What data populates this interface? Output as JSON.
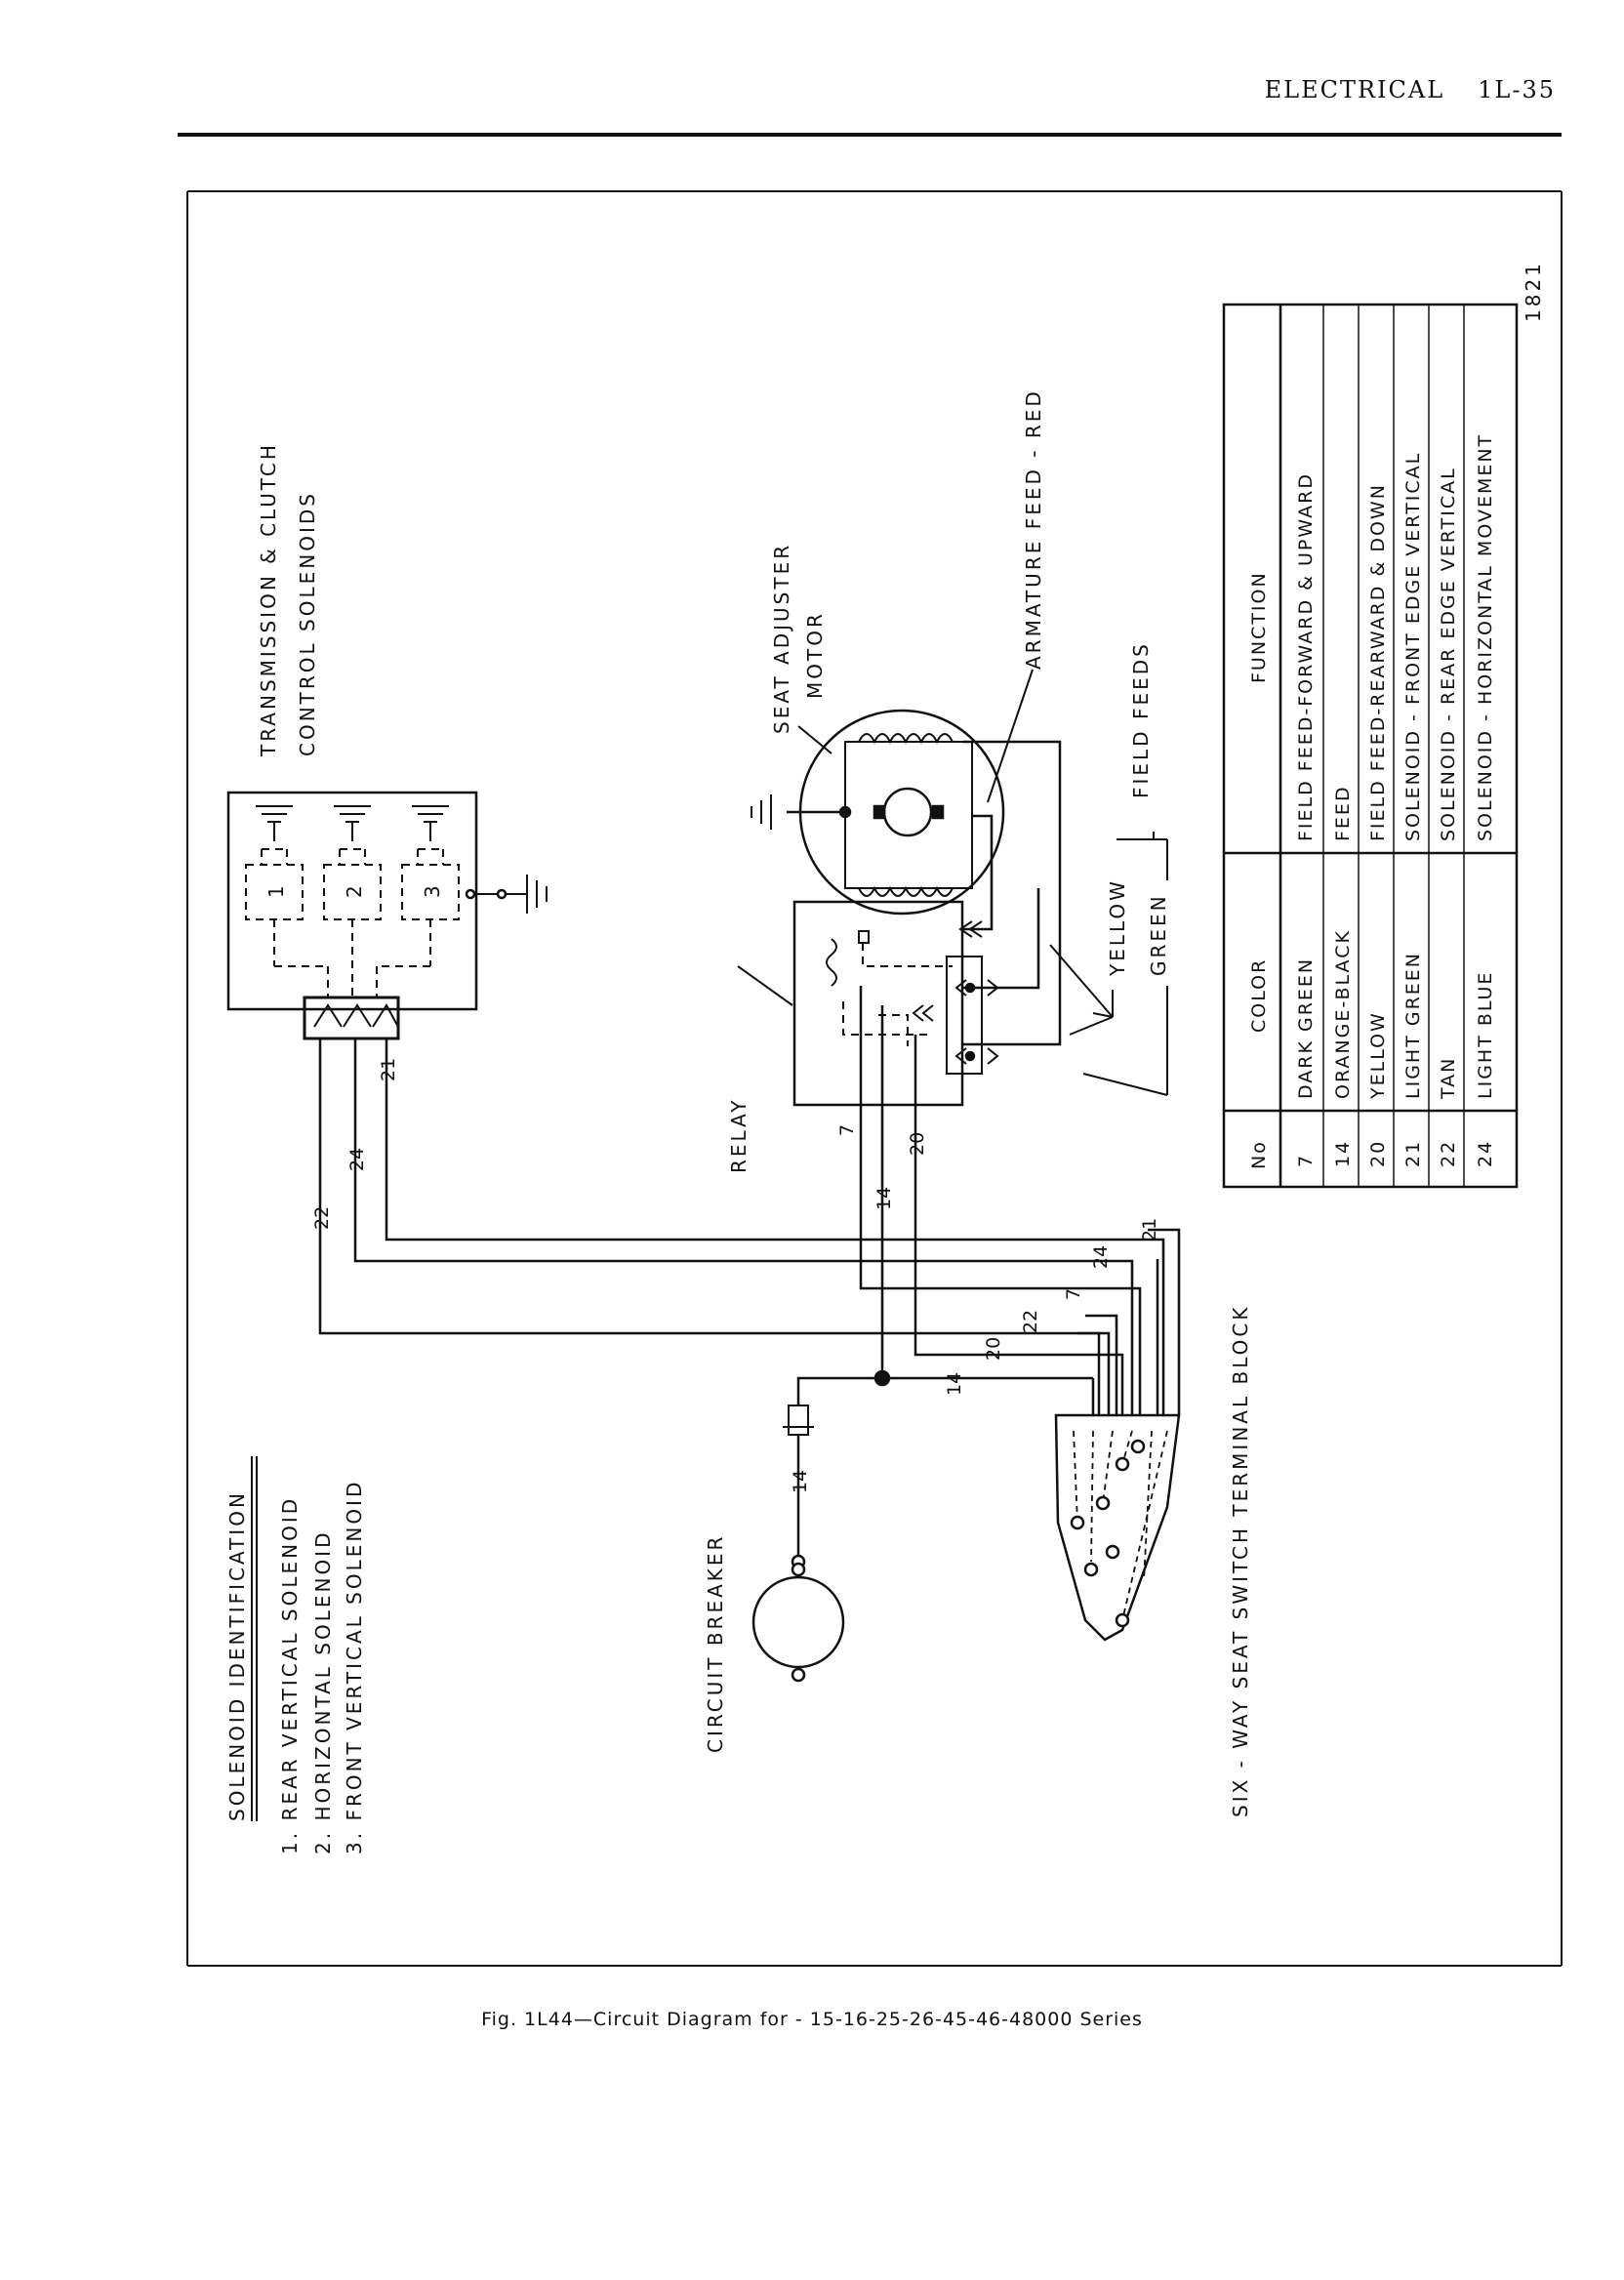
{
  "header": {
    "section": "ELECTRICAL",
    "page": "1L-35"
  },
  "figure_number": "1821",
  "caption": "Fig. 1L44—Circuit Diagram for - 15-16-25-26-45-46-48000 Series",
  "labels": {
    "transmission_line1": "TRANSMISSION & CLUTCH",
    "transmission_line2": "CONTROL SOLENOIDS",
    "seat_motor_line1": "SEAT ADJUSTER",
    "seat_motor_line2": "MOTOR",
    "armature_feed": "ARMATURE FEED - RED",
    "field_feeds": "FIELD FEEDS",
    "yellow": "YELLOW",
    "green": "GREEN",
    "relay": "RELAY",
    "terminal_block": "SIX - WAY SEAT SWITCH TERMINAL BLOCK",
    "circuit_breaker": "CIRCUIT BREAKER"
  },
  "solenoid_identification": {
    "title": "SOLENOID IDENTIFICATION",
    "items": [
      "1. REAR VERTICAL SOLENOID",
      "2. HORIZONTAL SOLENOID",
      "3. FRONT VERTICAL SOLENOID"
    ]
  },
  "solenoid_numbers": [
    "1",
    "2",
    "3"
  ],
  "wire_numbers": {
    "w22": "22",
    "w24": "24",
    "w21": "21",
    "w7": "7",
    "w14": "14",
    "w20": "20",
    "t21": "21",
    "t24": "24",
    "t7": "7",
    "t22": "22",
    "t20": "20",
    "t14": "14",
    "cb14": "14"
  },
  "color_table": {
    "headers": {
      "no": "No",
      "color": "COLOR",
      "function": "FUNCTION"
    },
    "rows": [
      {
        "no": "7",
        "color": "DARK GREEN",
        "function": "FIELD  FEED-FORWARD & UPWARD"
      },
      {
        "no": "14",
        "color": "ORANGE-BLACK",
        "function": "FEED"
      },
      {
        "no": "20",
        "color": "YELLOW",
        "function": "FIELD  FEED-REARWARD & DOWN"
      },
      {
        "no": "21",
        "color": "LIGHT GREEN",
        "function": "SOLENOID - FRONT EDGE VERTICAL"
      },
      {
        "no": "22",
        "color": "TAN",
        "function": "SOLENOID - REAR EDGE VERTICAL"
      },
      {
        "no": "24",
        "color": "LIGHT BLUE",
        "function": "SOLENOID - HORIZONTAL MOVEMENT"
      }
    ]
  }
}
